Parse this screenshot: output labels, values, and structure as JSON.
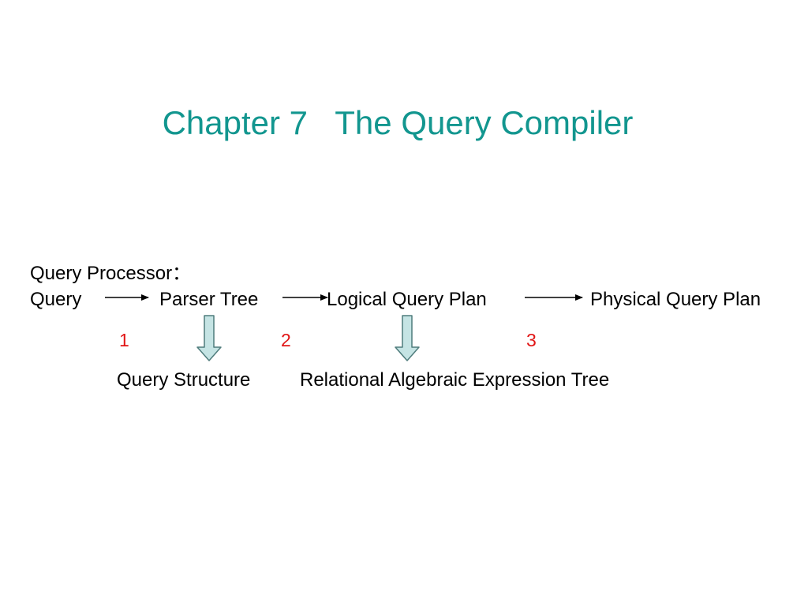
{
  "title": "Chapter 7   The Query Compiler",
  "heading": "Query Processor：",
  "pipeline": {
    "query": "Query",
    "parser_tree": "Parser Tree",
    "logical_query_plan": "Logical Query Plan",
    "physical_query_plan": "Physical Query Plan"
  },
  "steps": [
    "1",
    "2",
    "3"
  ],
  "outputs": {
    "query_structure": "Query Structure",
    "relational_tree": "Relational Algebraic Expression Tree"
  },
  "colors": {
    "title": "#12968f",
    "step_numbers": "#e11515",
    "down_arrow_fill": "#c5e4e4",
    "down_arrow_stroke": "#4f7c7c"
  }
}
